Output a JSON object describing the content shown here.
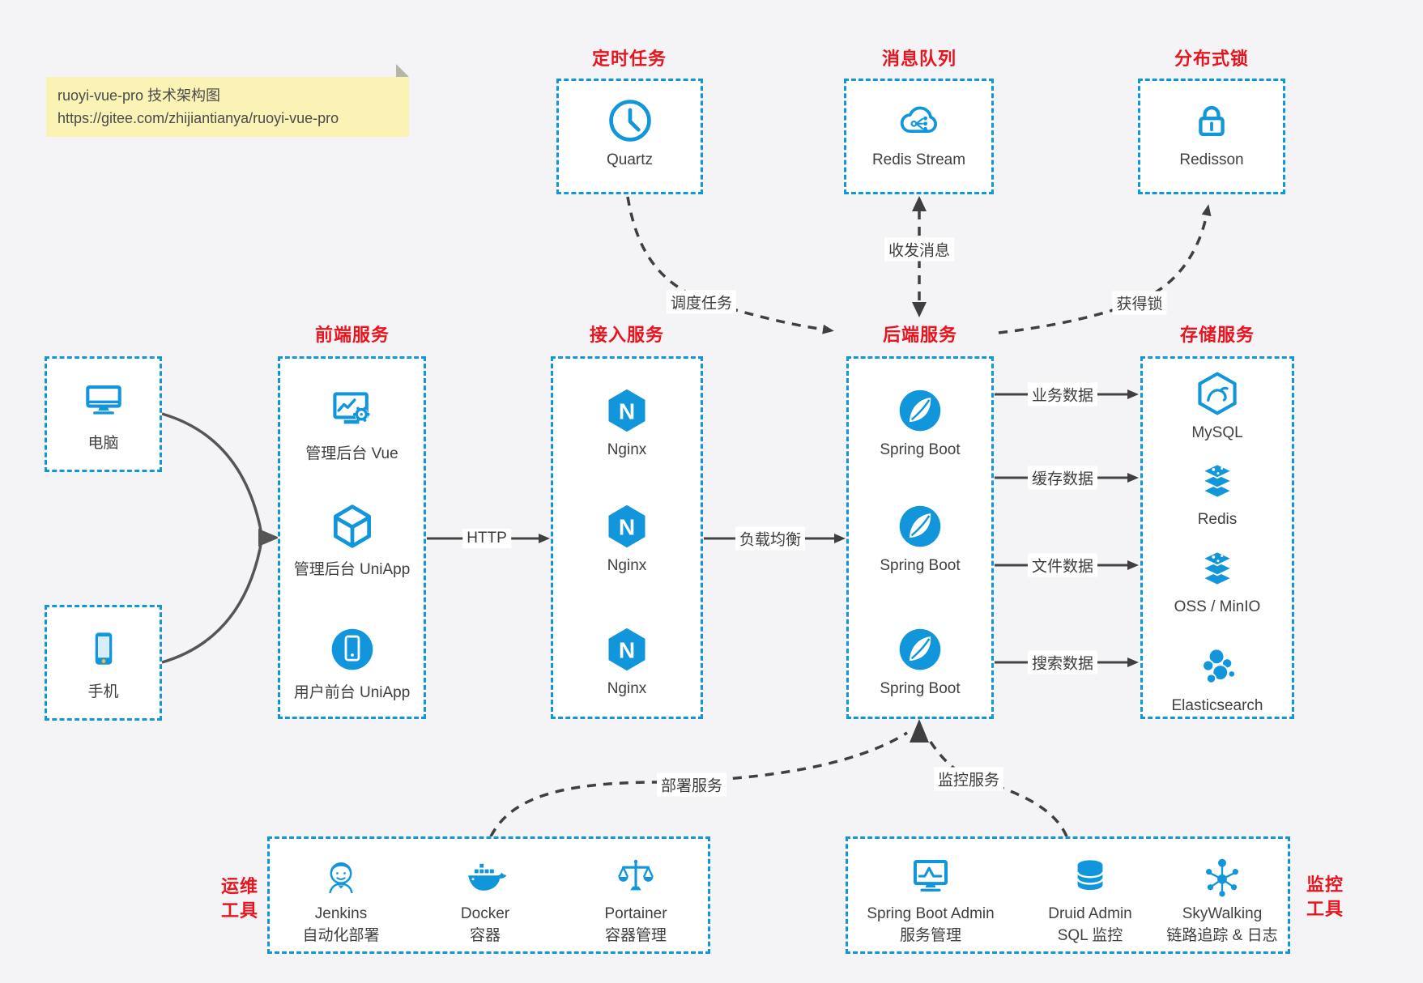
{
  "note": {
    "line1": "ruoyi-vue-pro 技术架构图",
    "line2": "https://gitee.com/zhijiantianya/ruoyi-vue-pro"
  },
  "colors": {
    "accent_blue": "#1296db",
    "accent_red": "#e8141e",
    "note_bg": "#fbf3b5",
    "arrow_dark": "#3f3f3f",
    "background": "#f4f4f6"
  },
  "icons": {
    "nginx_letter": "N"
  },
  "top_groups": [
    {
      "title": "定时任务",
      "item": {
        "label": "Quartz",
        "icon": "clock-icon"
      }
    },
    {
      "title": "消息队列",
      "item": {
        "label": "Redis Stream",
        "icon": "cloud-stream-icon"
      }
    },
    {
      "title": "分布式锁",
      "item": {
        "label": "Redisson",
        "icon": "lock-icon"
      }
    }
  ],
  "devices": [
    {
      "label": "电脑",
      "icon": "desktop-icon"
    },
    {
      "label": "手机",
      "icon": "smartphone-icon"
    }
  ],
  "columns": [
    {
      "title": "前端服务",
      "items": [
        {
          "label": "管理后台 Vue",
          "icon": "admin-vue-icon"
        },
        {
          "label": "管理后台 UniApp",
          "icon": "cube-icon"
        },
        {
          "label": "用户前台 UniApp",
          "icon": "mobile-app-icon"
        }
      ]
    },
    {
      "title": "接入服务",
      "items": [
        {
          "label": "Nginx",
          "icon": "nginx-icon"
        },
        {
          "label": "Nginx",
          "icon": "nginx-icon"
        },
        {
          "label": "Nginx",
          "icon": "nginx-icon"
        }
      ]
    },
    {
      "title": "后端服务",
      "items": [
        {
          "label": "Spring Boot",
          "icon": "spring-icon"
        },
        {
          "label": "Spring Boot",
          "icon": "spring-icon"
        },
        {
          "label": "Spring Boot",
          "icon": "spring-icon"
        }
      ]
    },
    {
      "title": "存储服务",
      "items": [
        {
          "label": "MySQL",
          "icon": "mysql-icon"
        },
        {
          "label": "Redis",
          "icon": "redis-stack-icon"
        },
        {
          "label": "OSS / MinIO",
          "icon": "redis-stack-icon"
        },
        {
          "label": "Elasticsearch",
          "icon": "elasticsearch-icon"
        }
      ]
    }
  ],
  "edges": {
    "http": "HTTP",
    "load_balance": "负载均衡",
    "business_data": "业务数据",
    "cache_data": "缓存数据",
    "file_data": "文件数据",
    "search_data": "搜索数据",
    "schedule_task": "调度任务",
    "send_receive_message": "收发消息",
    "acquire_lock": "获得锁",
    "deploy_service": "部署服务",
    "monitor_service": "监控服务"
  },
  "bottom_groups": [
    {
      "title_line1": "运维",
      "title_line2": "工具",
      "items": [
        {
          "name": "Jenkins",
          "sub": "自动化部署",
          "icon": "jenkins-icon"
        },
        {
          "name": "Docker",
          "sub": "容器",
          "icon": "docker-icon"
        },
        {
          "name": "Portainer",
          "sub": "容器管理",
          "icon": "portainer-icon"
        }
      ]
    },
    {
      "title_line1": "监控",
      "title_line2": "工具",
      "items": [
        {
          "name": "Spring Boot Admin",
          "sub": "服务管理",
          "icon": "admin-monitor-icon"
        },
        {
          "name": "Druid Admin",
          "sub": "SQL 监控",
          "icon": "database-icon"
        },
        {
          "name": "SkyWalking",
          "sub": "链路追踪 & 日志",
          "icon": "topology-icon"
        }
      ]
    }
  ]
}
